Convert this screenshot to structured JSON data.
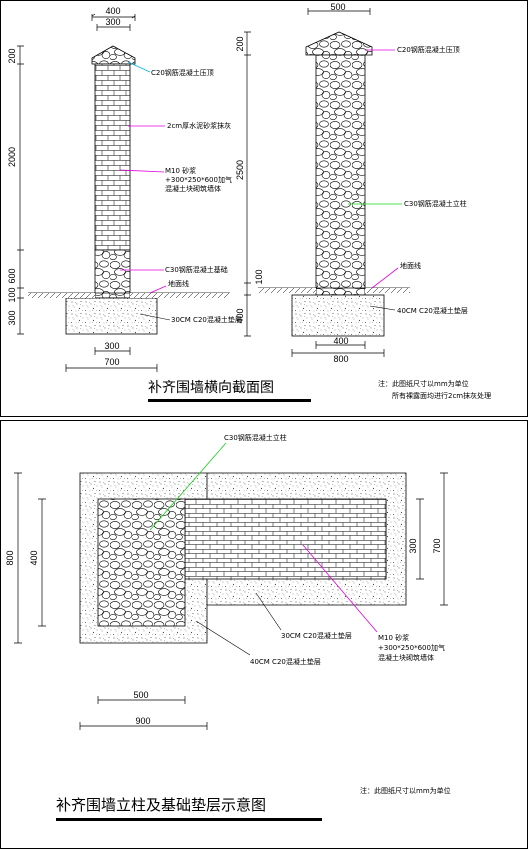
{
  "colors": {
    "magenta": "#e100e1",
    "cyan": "#00b4e6",
    "green": "#14d214",
    "line": "#000000"
  },
  "top_section": {
    "title": "补齐围墙横向截面图",
    "note_line1": "注：此图纸尺寸以mm为单位",
    "note_line2": "所有裸露面均进行2cm抹灰处理",
    "left_column": {
      "dim_top_outer": "400",
      "dim_top_inner": "300",
      "dim_cap": "200",
      "dim_wall": "2000",
      "dim_base": "600",
      "dim_ground": "100",
      "dim_footing": "300",
      "dim_bottom_inner": "300",
      "dim_bottom_outer": "700",
      "label_cap": "C20钢筋混凝土压顶",
      "label_plaster": "2cm厚水泥砂浆抹灰",
      "label_mortar_1": "M10 砂浆",
      "label_mortar_2": "+300*250*600加气",
      "label_mortar_3": "混凝土块砌筑墙体",
      "label_base": "C30钢筋混凝土基础",
      "label_ground": "地面线",
      "label_footing": "30CM C20混凝土垫层"
    },
    "right_column": {
      "dim_top": "500",
      "dim_cap": "200",
      "dim_column": "2500",
      "dim_ground": "100",
      "dim_footing": "400",
      "dim_bottom_inner": "400",
      "dim_bottom_outer": "800",
      "label_cap": "C20钢筋混凝土压顶",
      "label_column": "C30钢筋混凝土立柱",
      "label_ground": "地面线",
      "label_footing": "40CM C20混凝土垫层"
    }
  },
  "bottom_section": {
    "title": "补齐围墙立柱及基础垫层示意图",
    "note": "注：此图纸尺寸以mm为单位",
    "label_column": "C30钢筋混凝土立柱",
    "label_footing_30": "30CM C20混凝土垫层",
    "label_footing_40": "40CM C20混凝土垫层",
    "label_mortar_1": "M10 砂浆",
    "label_mortar_2": "+300*250*600加气",
    "label_mortar_3": "混凝土块砌筑墙体",
    "dim_left_outer": "800",
    "dim_left_inner": "400",
    "dim_right_inner": "300",
    "dim_right_outer": "700",
    "dim_bottom_inner": "500",
    "dim_bottom_outer": "900"
  }
}
